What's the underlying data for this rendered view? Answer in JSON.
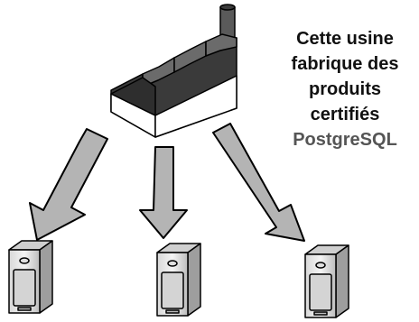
{
  "caption": {
    "lines": [
      "Cette usine",
      "fabrique des",
      "produits",
      "certifiés"
    ],
    "highlight": "PostgreSQL"
  },
  "colors": {
    "roof_dark": "#3a3a3a",
    "wall_light": "#ffffff",
    "wall_shade": "#d0d0d0",
    "chimney": "#5a5a5a",
    "arrow_fill": "#b4b4b4",
    "outline": "#000000",
    "server_body": "#e6e6e6",
    "server_shade": "#b8b8b8",
    "highlight_text": "#555555"
  },
  "icons": {
    "factory": "factory-icon",
    "arrow": "arrow-down-icon",
    "server": "server-tower-icon"
  }
}
